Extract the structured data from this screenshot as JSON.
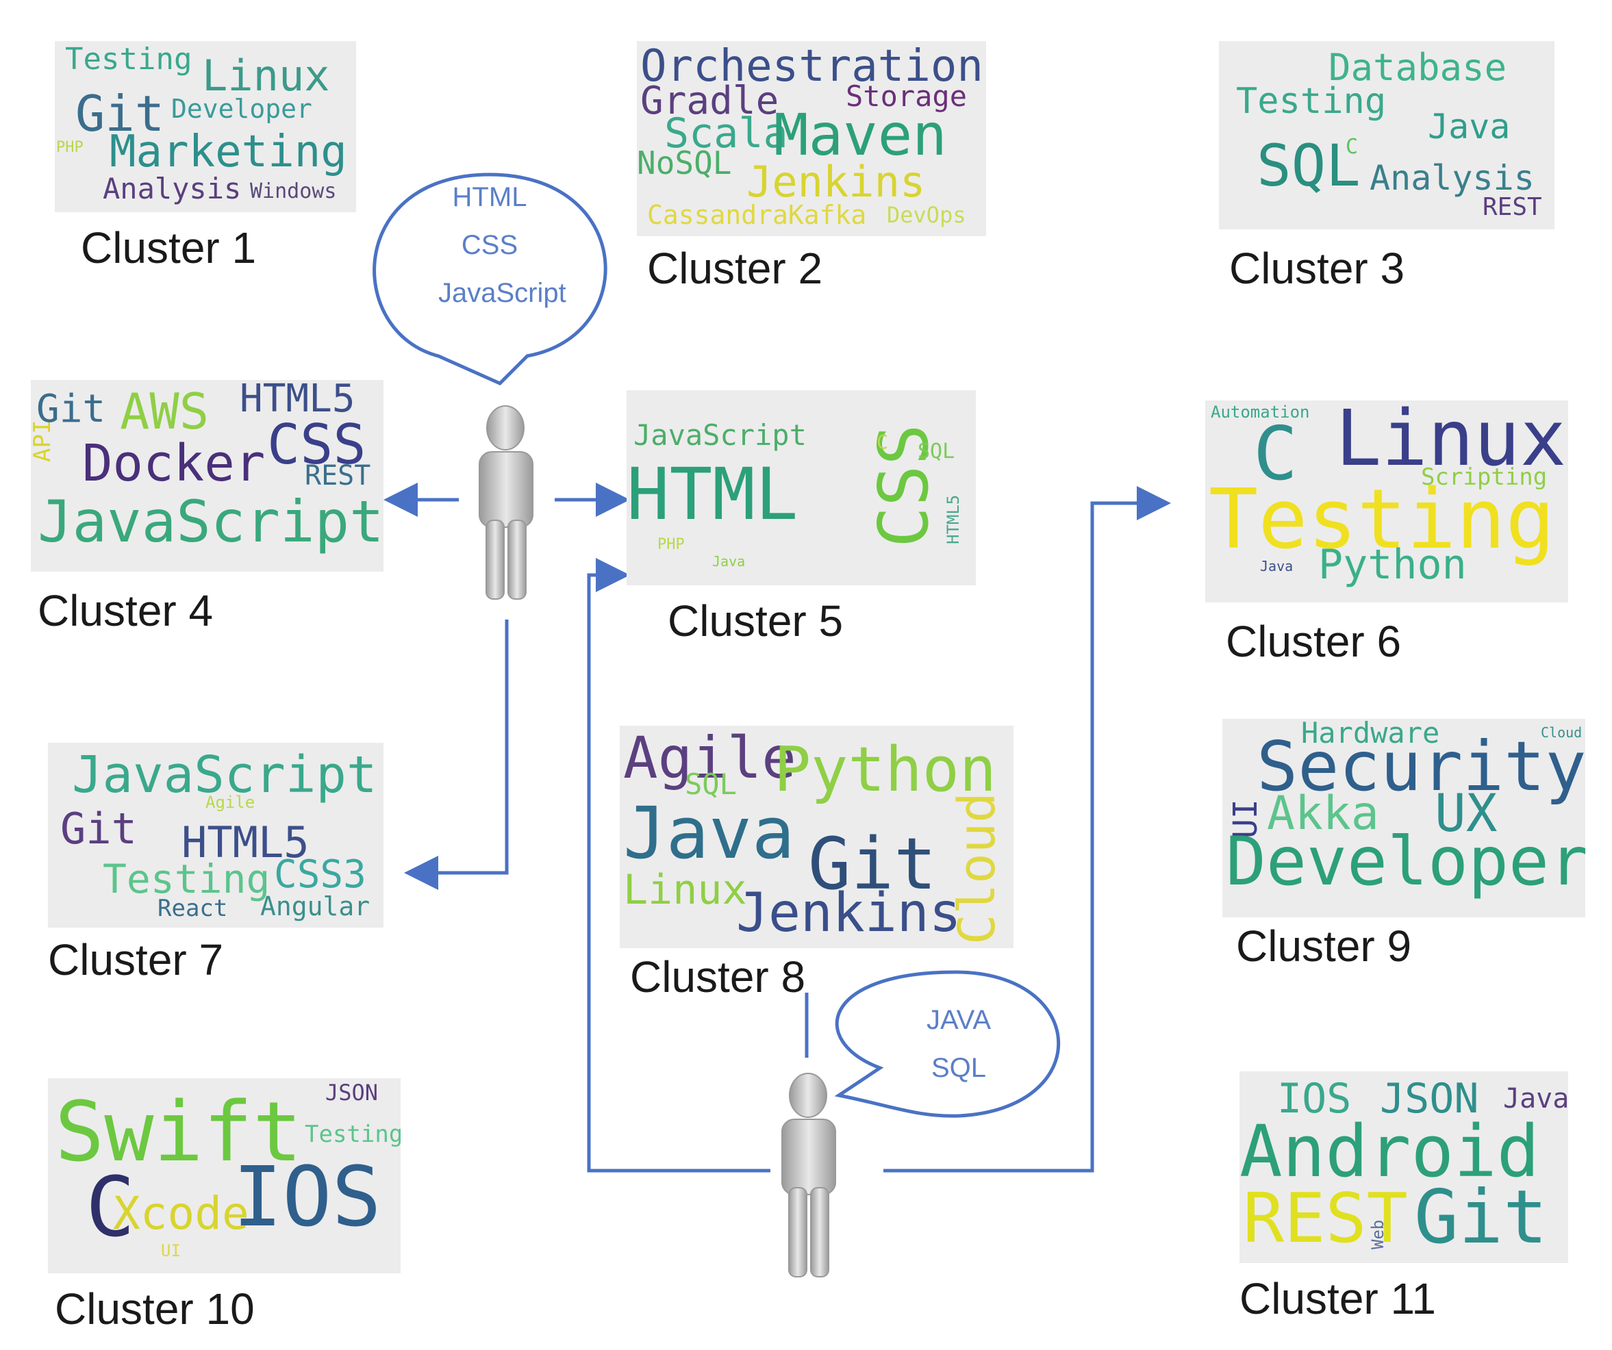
{
  "accent_color": "#4a72c4",
  "clusters": [
    {
      "id": "c1",
      "caption": "Cluster 1",
      "words": [
        {
          "text": "Testing",
          "color": "#3aa88c"
        },
        {
          "text": "Linux",
          "color": "#3c9a8a"
        },
        {
          "text": "Git",
          "color": "#3b6d8c"
        },
        {
          "text": "Developer",
          "color": "#3a9b9a"
        },
        {
          "text": "PHP",
          "color": "#b8d84a"
        },
        {
          "text": "Marketing",
          "color": "#2d8f8c"
        },
        {
          "text": "Analysis",
          "color": "#5b3f7f"
        },
        {
          "text": "Windows",
          "color": "#5a4a7a"
        }
      ]
    },
    {
      "id": "c2",
      "caption": "Cluster 2",
      "words": [
        {
          "text": "Orchestration",
          "color": "#3c4f8a"
        },
        {
          "text": "Gradle",
          "color": "#5b3f7f"
        },
        {
          "text": "Storage",
          "color": "#6b2f7a"
        },
        {
          "text": "Scala",
          "color": "#3aa88c"
        },
        {
          "text": "Maven",
          "color": "#2ca07a"
        },
        {
          "text": "NoSQL",
          "color": "#4cae6a"
        },
        {
          "text": "Jenkins",
          "color": "#d8d430"
        },
        {
          "text": "CassandraKafka",
          "color": "#e0d840"
        },
        {
          "text": "DevOps",
          "color": "#c9dc55"
        }
      ]
    },
    {
      "id": "c3",
      "caption": "Cluster 3",
      "words": [
        {
          "text": "Database",
          "color": "#3fb38c"
        },
        {
          "text": "Testing",
          "color": "#3aa88c"
        },
        {
          "text": "Java",
          "color": "#2f9e8c"
        },
        {
          "text": "SQL",
          "color": "#2a8f80"
        },
        {
          "text": "C",
          "color": "#5ac45a"
        },
        {
          "text": "Analysis",
          "color": "#3a7f8c"
        },
        {
          "text": "REST",
          "color": "#5b3f7f"
        }
      ]
    },
    {
      "id": "c4",
      "caption": "Cluster 4",
      "words": [
        {
          "text": "Git",
          "color": "#3b6d8c"
        },
        {
          "text": "AWS",
          "color": "#8fcf45"
        },
        {
          "text": "HTML5",
          "color": "#3c4f8a"
        },
        {
          "text": "API",
          "color": "#d8d430"
        },
        {
          "text": "Docker",
          "color": "#4a2f7a"
        },
        {
          "text": "CSS",
          "color": "#3a3f8a"
        },
        {
          "text": "REST",
          "color": "#3a6f8c"
        },
        {
          "text": "JavaScript",
          "color": "#3aa87c"
        }
      ]
    },
    {
      "id": "c5",
      "caption": "Cluster 5",
      "words": [
        {
          "text": "JavaScript",
          "color": "#4cae6a"
        },
        {
          "text": "HTML",
          "color": "#2ca07a"
        },
        {
          "text": "CSS",
          "color": "#6cc840"
        },
        {
          "text": "C",
          "color": "#b8d84a"
        },
        {
          "text": "SQL",
          "color": "#7ccb5a"
        },
        {
          "text": "HTML5",
          "color": "#4aa88c"
        },
        {
          "text": "PHP",
          "color": "#b8d84a"
        },
        {
          "text": "Java",
          "color": "#8fcf45"
        }
      ]
    },
    {
      "id": "c6",
      "caption": "Cluster 6",
      "words": [
        {
          "text": "Automation",
          "color": "#3aa88c"
        },
        {
          "text": "C",
          "color": "#2f8f8c"
        },
        {
          "text": "Linux",
          "color": "#3a3f8a"
        },
        {
          "text": "Scripting",
          "color": "#8fcf45"
        },
        {
          "text": "Testing",
          "color": "#f0e020"
        },
        {
          "text": "Java",
          "color": "#3b4f8a"
        },
        {
          "text": "Python",
          "color": "#3ab08a"
        }
      ]
    },
    {
      "id": "c7",
      "caption": "Cluster 7",
      "words": [
        {
          "text": "JavaScript",
          "color": "#3aa88c"
        },
        {
          "text": "Agile",
          "color": "#b8d84a"
        },
        {
          "text": "Git",
          "color": "#5b3f7f"
        },
        {
          "text": "HTML5",
          "color": "#3c4f8a"
        },
        {
          "text": "Testing",
          "color": "#5cc48c"
        },
        {
          "text": "CSS3",
          "color": "#3aa8a0"
        },
        {
          "text": "React",
          "color": "#3a6f8c"
        },
        {
          "text": "Angular",
          "color": "#3a8f8c"
        }
      ]
    },
    {
      "id": "c8",
      "caption": "Cluster 8",
      "words": [
        {
          "text": "Agile",
          "color": "#5b3f7f"
        },
        {
          "text": "SQL",
          "color": "#7ccb5a"
        },
        {
          "text": "Python",
          "color": "#8fcf45"
        },
        {
          "text": "Java",
          "color": "#2f6f8c"
        },
        {
          "text": "Cloud",
          "color": "#e0d840"
        },
        {
          "text": "Git",
          "color": "#2f4f7a"
        },
        {
          "text": "Linux",
          "color": "#8fcf45"
        },
        {
          "text": "Jenkins",
          "color": "#3a4f8a"
        }
      ]
    },
    {
      "id": "c9",
      "caption": "Cluster 9",
      "words": [
        {
          "text": "Hardware",
          "color": "#3aa88c"
        },
        {
          "text": "Cloud",
          "color": "#3a8f8c"
        },
        {
          "text": "Security",
          "color": "#2f5f8c"
        },
        {
          "text": "UI",
          "color": "#3a3f8a"
        },
        {
          "text": "Akka",
          "color": "#5cc48c"
        },
        {
          "text": "UX",
          "color": "#2f8f8c"
        },
        {
          "text": "Developer",
          "color": "#2ca07a"
        }
      ]
    },
    {
      "id": "c10",
      "caption": "Cluster 10",
      "words": [
        {
          "text": "JSON",
          "color": "#5b3f7f"
        },
        {
          "text": "Swift",
          "color": "#6cc840"
        },
        {
          "text": "Testing",
          "color": "#5cc48c"
        },
        {
          "text": "C",
          "color": "#2f2f6a"
        },
        {
          "text": "Xcode",
          "color": "#d8d430"
        },
        {
          "text": "IOS",
          "color": "#2f5f8c"
        },
        {
          "text": "UI",
          "color": "#e0d840"
        }
      ]
    },
    {
      "id": "c11",
      "caption": "Cluster 11",
      "words": [
        {
          "text": "IOS",
          "color": "#3aa88c"
        },
        {
          "text": "JSON",
          "color": "#2f8f8c"
        },
        {
          "text": "Java",
          "color": "#5b3f7f"
        },
        {
          "text": "Android",
          "color": "#2ca07a"
        },
        {
          "text": "REST",
          "color": "#e0e020"
        },
        {
          "text": "Git",
          "color": "#2f8f8c"
        },
        {
          "text": "Web",
          "color": "#5b6f9c"
        }
      ]
    }
  ],
  "bubbles": {
    "top": [
      "HTML",
      "CSS",
      "JavaScript"
    ],
    "bottom": [
      "JAVA",
      "SQL"
    ]
  }
}
